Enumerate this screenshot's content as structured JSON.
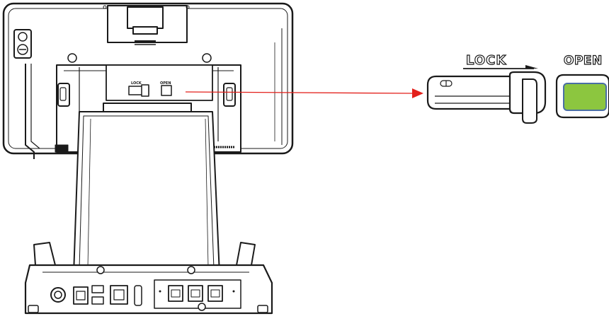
{
  "device_callout": {
    "lock_label": "LOCK",
    "open_label": "OPEN"
  },
  "device_small_labels": {
    "lock_label": "LOCK",
    "open_label": "OPEN"
  },
  "colors": {
    "line": "#1a1a1a",
    "arrow": "#e3201b",
    "open_button_fill": "#8cc63f",
    "open_button_frame": "#4a6fa5"
  }
}
